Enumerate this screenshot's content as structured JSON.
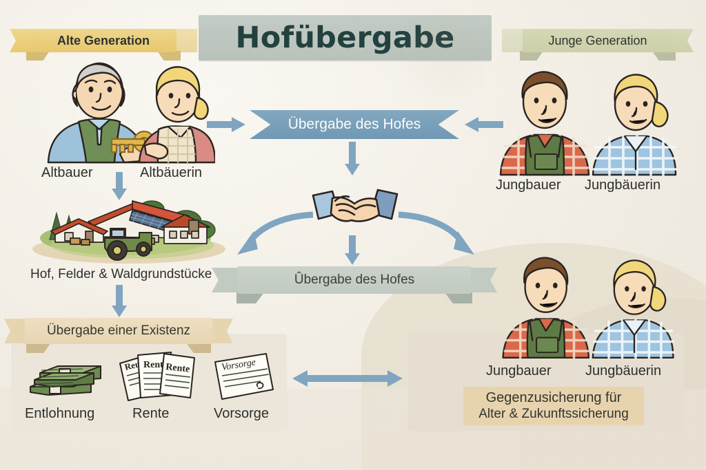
{
  "title": "Hofübergabe",
  "banners": {
    "old_generation": "Alte Generation",
    "young_generation": "Junge Generation",
    "handover_top": "Übergabe des Hofes",
    "handover_bottom": "Ûbergabe des Hofes",
    "existence_transfer": "Übergabe einer Existenz"
  },
  "left_column": {
    "old_farmer": "Altbauer",
    "old_farmwife": "Altbäuerin",
    "assets": "Hof, Felder & Waldgrundstücke",
    "items": [
      {
        "label": "Entlohnung",
        "icon": "money-stacks-icon"
      },
      {
        "label": "Rente",
        "icon": "pension-documents-icon"
      },
      {
        "label": "Vorsorge",
        "icon": "provision-document-icon"
      }
    ],
    "document_labels": {
      "rente": "Rente",
      "rente_partial": "Ren",
      "vorsorge": "Vorsorge"
    }
  },
  "right_column": {
    "young_farmer_top": "Jungbauer",
    "young_farmwife_top": "Jungbäuerin",
    "young_farmer_bottom": "Jungbauer",
    "young_farmwife_bottom": "Jungbäuerin",
    "counter_assurance_line1": "Gegenzusicherung für",
    "counter_assurance_line2": "Alter & Zukunftssicherung"
  },
  "center": {
    "handshake_icon": "handshake-icon"
  },
  "colors": {
    "title_bar": "#b9c3bc",
    "title_text": "#22403f",
    "banner_yellow": "#e8c96f",
    "banner_green": "#cdd1a9",
    "ribbon_blue": "#7099b5",
    "ribbon_grey": "#c2cbc2",
    "ribbon_tan": "#e7d5b2",
    "arrow": "#7fa5c0",
    "background": "#f3efe6"
  }
}
